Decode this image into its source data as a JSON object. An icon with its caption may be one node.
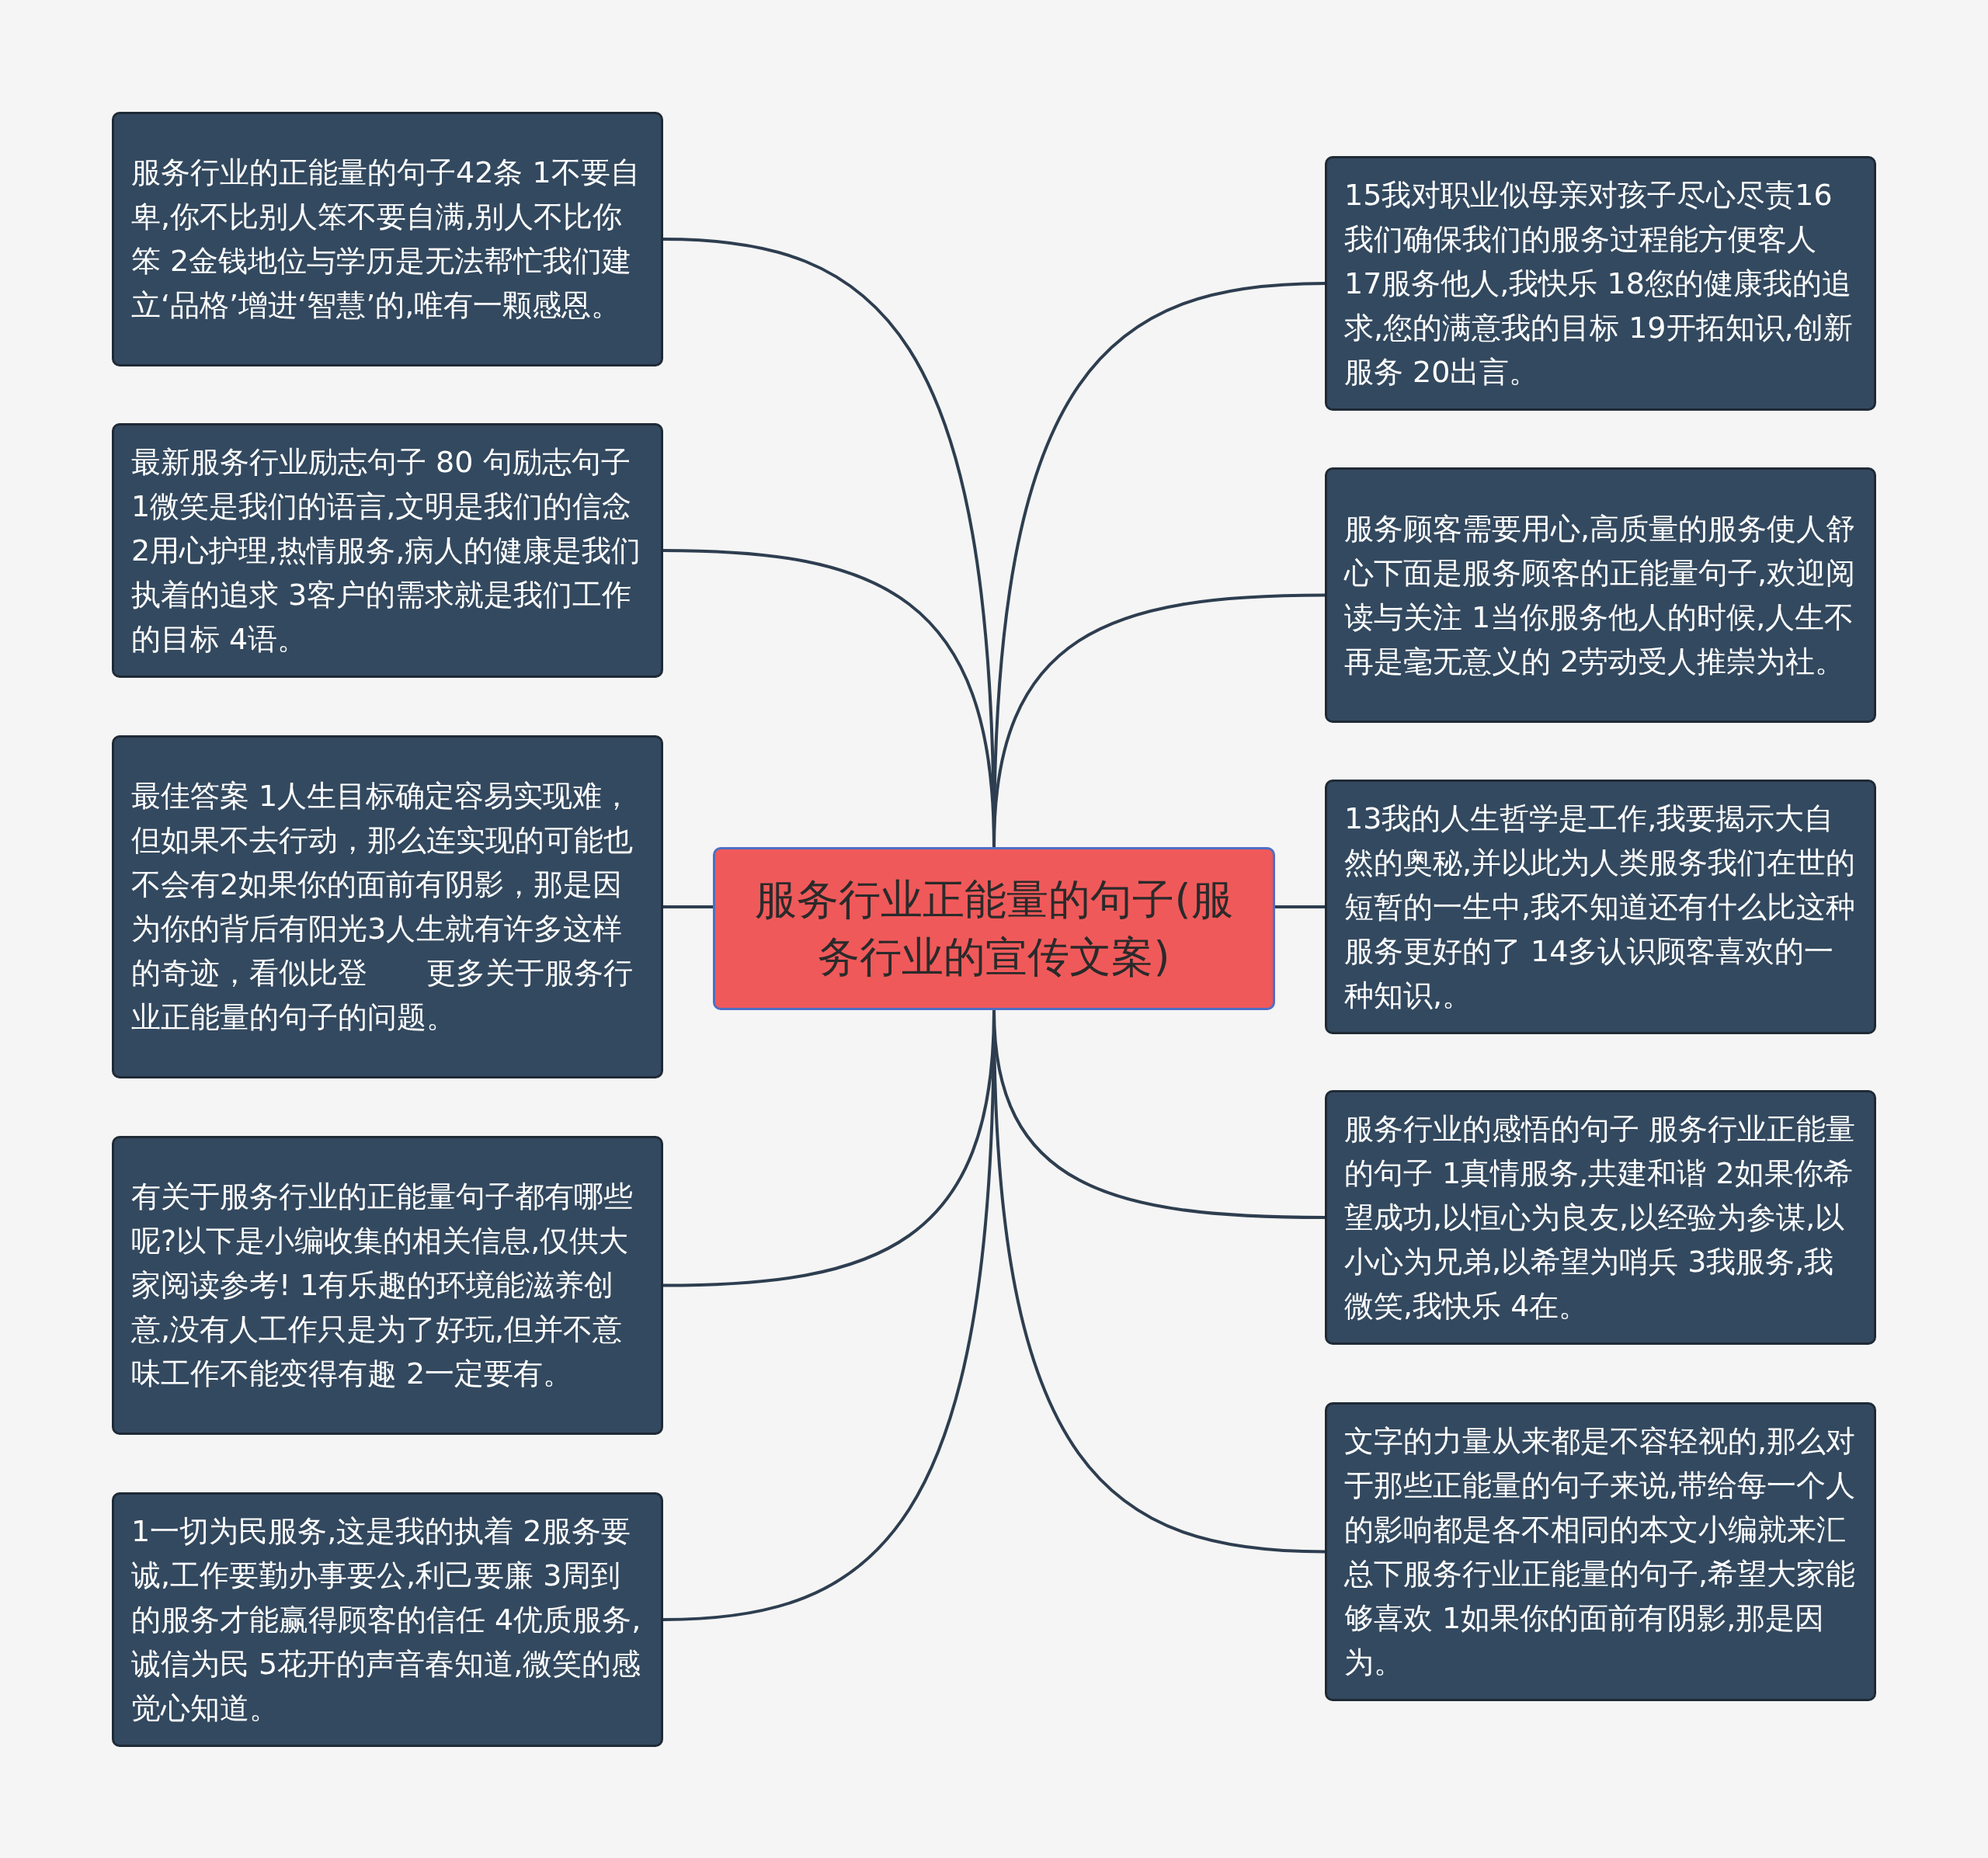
{
  "diagram": {
    "nodes": [
      {
        "text": [
          "服务行业正能量的句子(服务行业的宣传文案)"
        ]
      },
      {
        "text": [
          "服务行业的正能量的句子42条 1不要自卑,你不比别人笨不要自满,别人不比你笨 2金钱地位与学历是无法帮忙我们建立‘品格’增进‘智慧’的,唯有一颗感恩。"
        ]
      },
      {
        "text": [
          "最新服务行业励志句子 80 句励志句子 1微笑是我们的语言,文明是我们的信念 2用心护理,热情服务,病人的健康是我们执着的追求 3客户的需求就是我们工作的目标 4语。"
        ]
      },
      {
        "text": [
          "最佳答案 1人生目标确定容易实现难，但如果不去行动，那么连实现的可能也不会有2如果你的面前有阴影，那是因为你的背后有阳光3人生就有许多这样的奇迹，看似比登　　更多关于服务行业正能量的句子的问题。"
        ]
      },
      {
        "text": [
          "有关于服务行业的正能量句子都有哪些呢?以下是小编收集的相关信息,仅供大家阅读参考! 1有乐趣的环境能滋养创意,没有人工作只是为了好玩,但并不意味工作不能变得有趣 2一定要有。"
        ]
      },
      {
        "text": [
          "1一切为民服务,这是我的执着 2服务要诚,工作要勤办事要公,利己要廉 3周到的服务才能赢得顾客的信任 4优质服务,诚信为民 5花开的声音春知道,微笑的感觉心知道。"
        ]
      },
      {
        "text": [
          "15我对职业似母亲对孩子尽心尽责16我们确保我们的服务过程能方便客人 17服务他人,我快乐 18您的健康我的追求,您的满意我的目标 19开拓知识,创新服务 20出言。"
        ]
      },
      {
        "text": [
          "服务顾客需要用心,高质量的服务使人舒心下面是服务顾客的正能量句子,欢迎阅读与关注 1当你服务他人的时候,人生不再是毫无意义的 2劳动受人推崇为社。"
        ]
      },
      {
        "text": [
          "13我的人生哲学是工作,我要揭示大自然的奥秘,并以此为人类服务我们在世的短暂的一生中,我不知道还有什么比这种服务更好的了 14多认识顾客喜欢的一种知识,。"
        ]
      },
      {
        "text": [
          "服务行业的感悟的句子 服务行业正能量的句子 1真情服务,共建和谐 2如果你希望成功,以恒心为良友,以经验为参谋,以小心为兄弟,以希望为哨兵 3我服务,我微笑,我快乐 4在。"
        ]
      },
      {
        "text": [
          "文字的力量从来都是不容轻视的,那么对于那些正能量的句子来说,带给每一个人的影响都是各不相同的本文小编就来汇总下服务行业正能量的句子,希望大家能够喜欢  1如果你的面前有阴影,那是因为。"
        ]
      }
    ],
    "edges": [
      {
        "from": 0,
        "to": 1,
        "arrow": "none"
      },
      {
        "from": 0,
        "to": 2,
        "arrow": "none"
      },
      {
        "from": 0,
        "to": 3,
        "arrow": "none"
      },
      {
        "from": 0,
        "to": 4,
        "arrow": "none"
      },
      {
        "from": 0,
        "to": 5,
        "arrow": "none"
      },
      {
        "from": 0,
        "to": 6,
        "arrow": "none"
      },
      {
        "from": 0,
        "to": 7,
        "arrow": "none"
      },
      {
        "from": 0,
        "to": 8,
        "arrow": "none"
      },
      {
        "from": 0,
        "to": 9,
        "arrow": "none"
      },
      {
        "from": 0,
        "to": 10,
        "arrow": "none"
      }
    ]
  }
}
